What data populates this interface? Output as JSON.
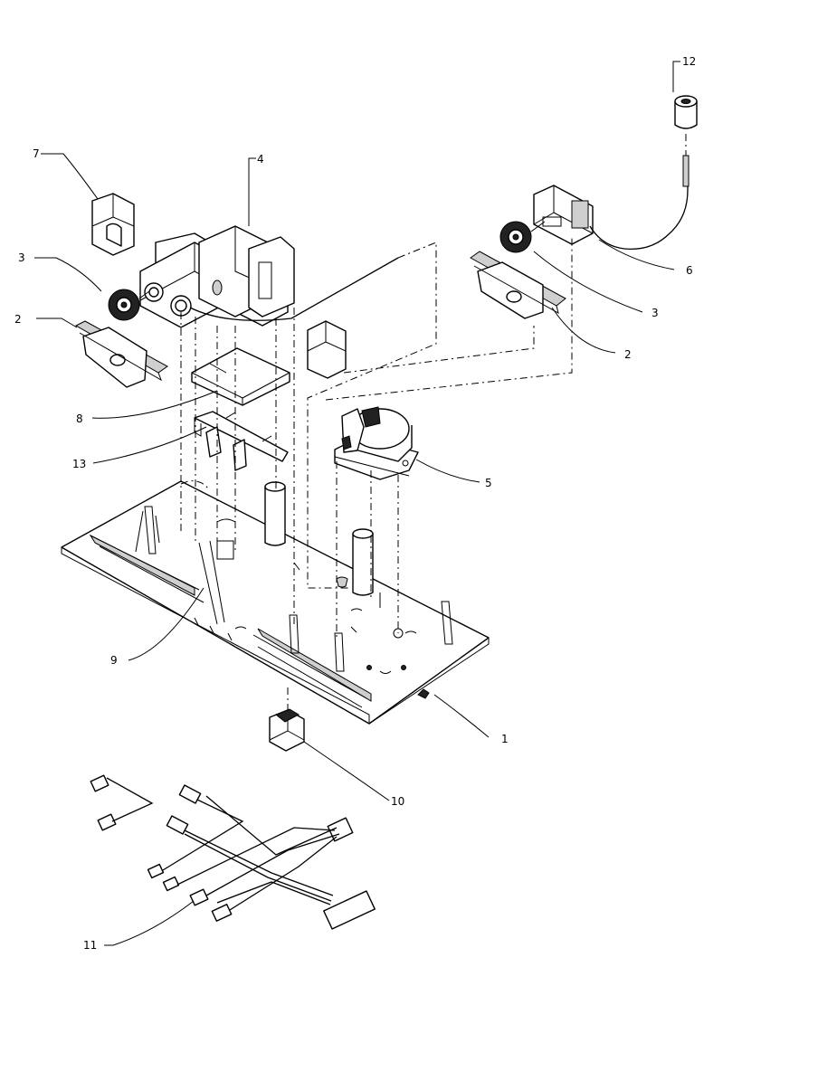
{
  "labels": {
    "l1": "1",
    "l2a": "2",
    "l2b": "2",
    "l3a": "3",
    "l3b": "3",
    "l4": "4",
    "l5": "5",
    "l6": "6",
    "l7": "7",
    "l8": "8",
    "l9": "9",
    "l10": "10",
    "l11": "11",
    "l12": "12",
    "l13": "13"
  }
}
